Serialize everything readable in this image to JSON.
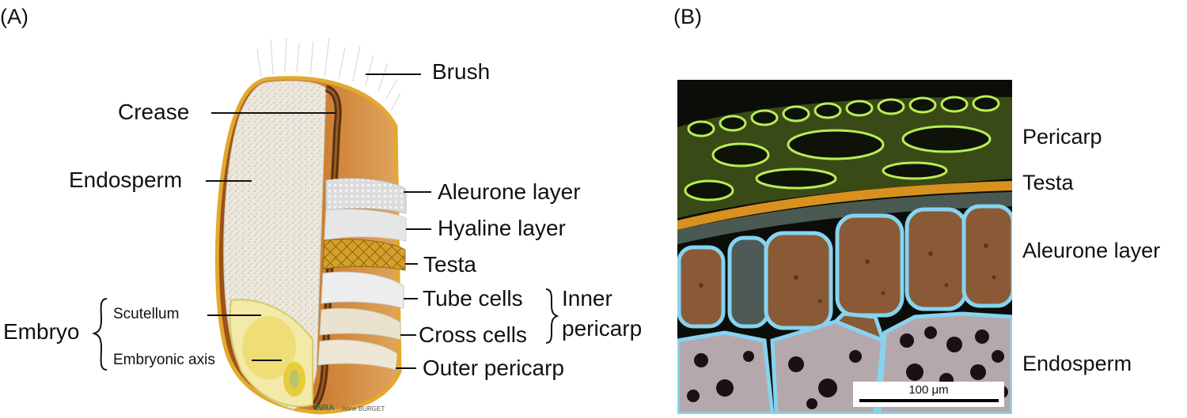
{
  "panels": {
    "a": {
      "letter": "(A)",
      "labels": {
        "brush": "Brush",
        "crease": "Crease",
        "endosperm": "Endosperm",
        "aleurone": "Aleurone layer",
        "hyaline": "Hyaline layer",
        "testa": "Testa",
        "tube": "Tube cells",
        "cross": "Cross cells",
        "inner1": "Inner",
        "inner2": "pericarp",
        "outer": "Outer pericarp",
        "embryo": "Embryo",
        "scutellum": "Scutellum",
        "axis": "Embryonic axis"
      },
      "logo": "INRA",
      "signature": "Anne BURGET"
    },
    "b": {
      "letter": "(B)",
      "labels": {
        "pericarp": "Pericarp",
        "testa": "Testa",
        "aleurone": "Aleurone layer",
        "endosperm": "Endosperm"
      },
      "scalebar": "100 μm"
    }
  },
  "colors": {
    "line": "#111111",
    "endosperm": "#ece8dc",
    "bran": "#b8651f",
    "embryo": "#f0e39a",
    "microscope_bg": "#0b0d08",
    "pericarp_green": "#a9e64a",
    "aleurone_cell": "#8a5a36",
    "cell_wall_blue": "#7fc6e6"
  }
}
